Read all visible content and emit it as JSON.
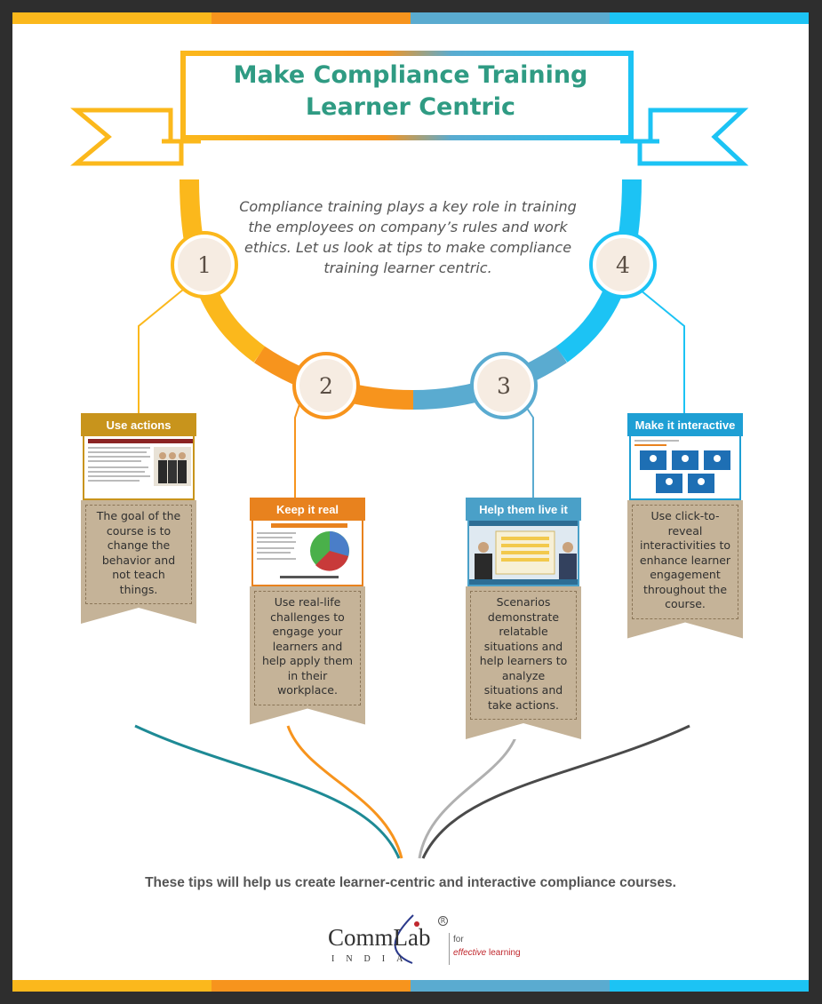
{
  "title": {
    "line1": "Make Compliance Training",
    "line2": "Learner Centric"
  },
  "intro": "Compliance training plays a key role in training the employees on company’s rules and work ethics. Let us look at tips to make compliance training learner centric.",
  "steps": [
    {
      "number": "1",
      "heading": "Use actions",
      "text": "The goal of the course is to change the behavior and not teach things.",
      "color": "#c8941c"
    },
    {
      "number": "2",
      "heading": "Keep it real",
      "text": "Use real-life challenges to engage your learners and help apply them in their workplace.",
      "color": "#e8821e"
    },
    {
      "number": "3",
      "heading": "Help them live it",
      "text": "Scenarios demonstrate relatable situations and help learners to analyze situations and take actions.",
      "color": "#4aa0c8"
    },
    {
      "number": "4",
      "heading": "Make it interactive",
      "text": "Use click-to-reveal interactivities to enhance learner engagement throughout the course.",
      "color": "#1e9fd4"
    }
  ],
  "footer": "These tips will help us create learner-centric and interactive compliance courses.",
  "logo": {
    "name": "CommLab",
    "sub": "INDIA",
    "reg": "R",
    "for": "for",
    "tag_italic": "effective",
    "tag_rest": " learning"
  },
  "colors": {
    "yellow": "#fbb81c",
    "orange": "#f7941d",
    "steel_blue": "#5aabd0",
    "sky_blue": "#1cc3f4",
    "title_green": "#2f9b83",
    "card_body": "#c5b398"
  }
}
